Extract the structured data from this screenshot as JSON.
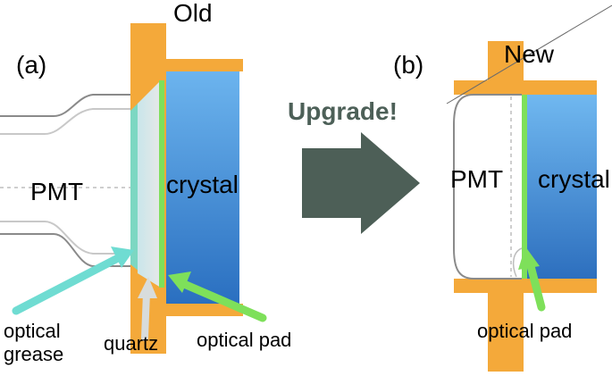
{
  "panel_a": {
    "label": "(a)",
    "title": "Old",
    "pmt_label": "PMT",
    "crystal_label": "crystal",
    "callouts": {
      "optical_grease": [
        "optical",
        "grease"
      ],
      "quartz": "quartz",
      "optical_pad": "optical pad"
    }
  },
  "transition": {
    "label": "Upgrade!"
  },
  "panel_b": {
    "label": "(b)",
    "title": "New",
    "pmt_label": "PMT",
    "crystal_label": "crystal",
    "callout_optical_pad": "optical pad"
  },
  "colors": {
    "frame_orange": "#f4a93a",
    "crystal_blue_top": "#6cb4ee",
    "crystal_blue_bottom": "#2a6fc0",
    "optical_pad_green": "#7ee05a",
    "optical_grease_cyan": "#6fdcd2",
    "quartz_gray": "#d8dcdc",
    "arrow_dark": "#4d5f57",
    "upgrade_text": "#4d6058"
  }
}
